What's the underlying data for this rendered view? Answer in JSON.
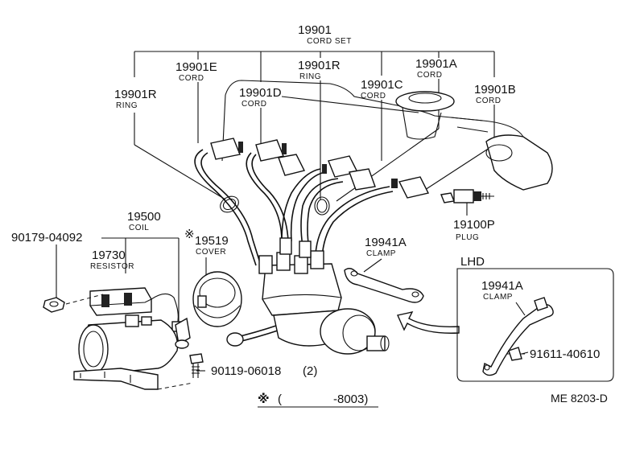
{
  "callouts": {
    "cord_set": {
      "number": "19901",
      "name": "CORD SET"
    },
    "cord_e": {
      "number": "19901E",
      "name": "CORD"
    },
    "ring_center": {
      "number": "19901R",
      "name": "RING"
    },
    "cord_a": {
      "number": "19901A",
      "name": "CORD"
    },
    "ring_left": {
      "number": "19901R",
      "name": "RING"
    },
    "cord_d": {
      "number": "19901D",
      "name": "CORD"
    },
    "cord_c": {
      "number": "19901C",
      "name": "CORD"
    },
    "cord_b": {
      "number": "19901B",
      "name": "CORD"
    },
    "plug": {
      "number": "19100P",
      "name": "PLUG"
    },
    "coil": {
      "number": "19500",
      "name": "COIL"
    },
    "bolt": {
      "number": "90179-04092"
    },
    "cover": {
      "number": "19519",
      "name": "COVER",
      "mark": "※"
    },
    "resistor": {
      "number": "19730",
      "name": "RESISTOR"
    },
    "clamp": {
      "number": "19941A",
      "name": "CLAMP"
    },
    "screw": {
      "number": "90119-06018",
      "qty": "(2)"
    },
    "lhd_clamp": {
      "number": "19941A",
      "name": "CLAMP"
    },
    "lhd_bolt": {
      "number": "91611-40610"
    }
  },
  "lhd_label": "LHD",
  "note": {
    "mark": "※",
    "open": "(",
    "range": "-8003)"
  },
  "figure_id": "ME 8203-D"
}
